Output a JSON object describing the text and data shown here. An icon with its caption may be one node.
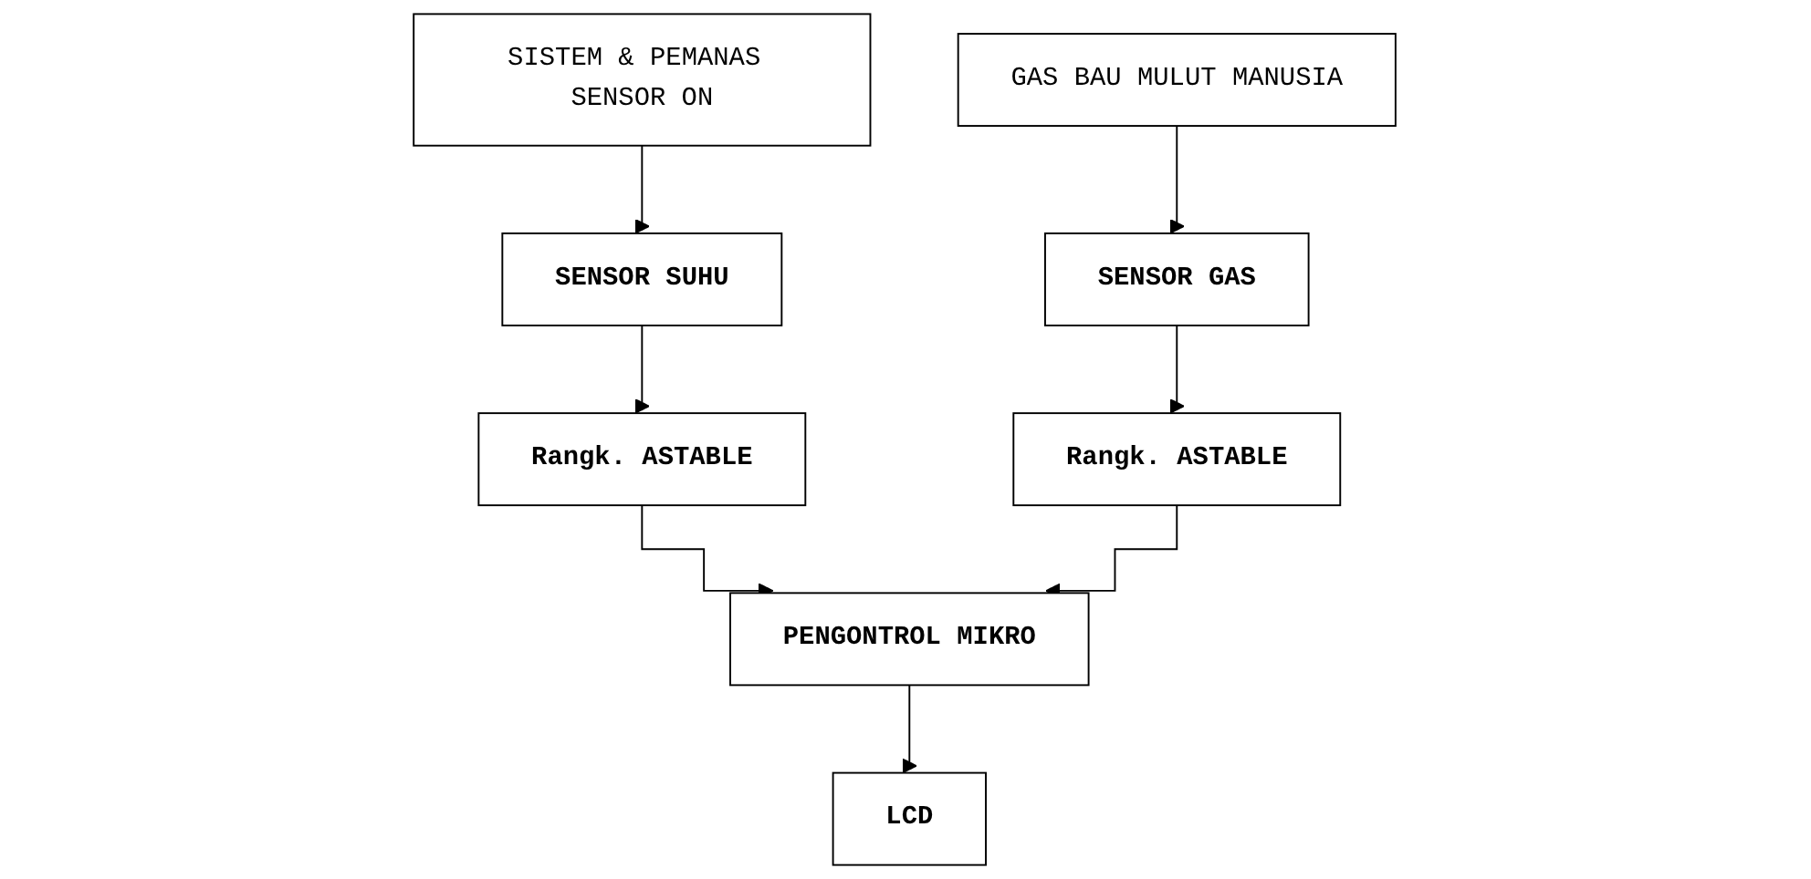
{
  "diagram": {
    "nodes": [
      {
        "text": [
          "SISTEM & PEMANAS SENSOR ON"
        ]
      },
      {
        "text": [
          "GAS BAU MULUT MANUSIA"
        ]
      },
      {
        "text": [
          "SENSOR SUHU"
        ]
      },
      {
        "text": [
          "SENSOR GAS"
        ]
      },
      {
        "text": [
          "Rangk. ASTABLE"
        ]
      },
      {
        "text": [
          "Rangk. ASTABLE"
        ]
      },
      {
        "text": [
          "PENGONTROL MIKRO"
        ]
      },
      {
        "text": [
          "LCD"
        ]
      }
    ],
    "edges": [
      {
        "from": 0,
        "to": 2,
        "arrow": "to"
      },
      {
        "from": 1,
        "to": 3,
        "arrow": "to"
      },
      {
        "from": 2,
        "to": 4,
        "arrow": "to"
      },
      {
        "from": 3,
        "to": 5,
        "arrow": "to"
      },
      {
        "from": 4,
        "to": 6,
        "arrow": "to"
      },
      {
        "from": 5,
        "to": 6,
        "arrow": "to"
      },
      {
        "from": 6,
        "to": 7,
        "arrow": "to"
      }
    ]
  }
}
